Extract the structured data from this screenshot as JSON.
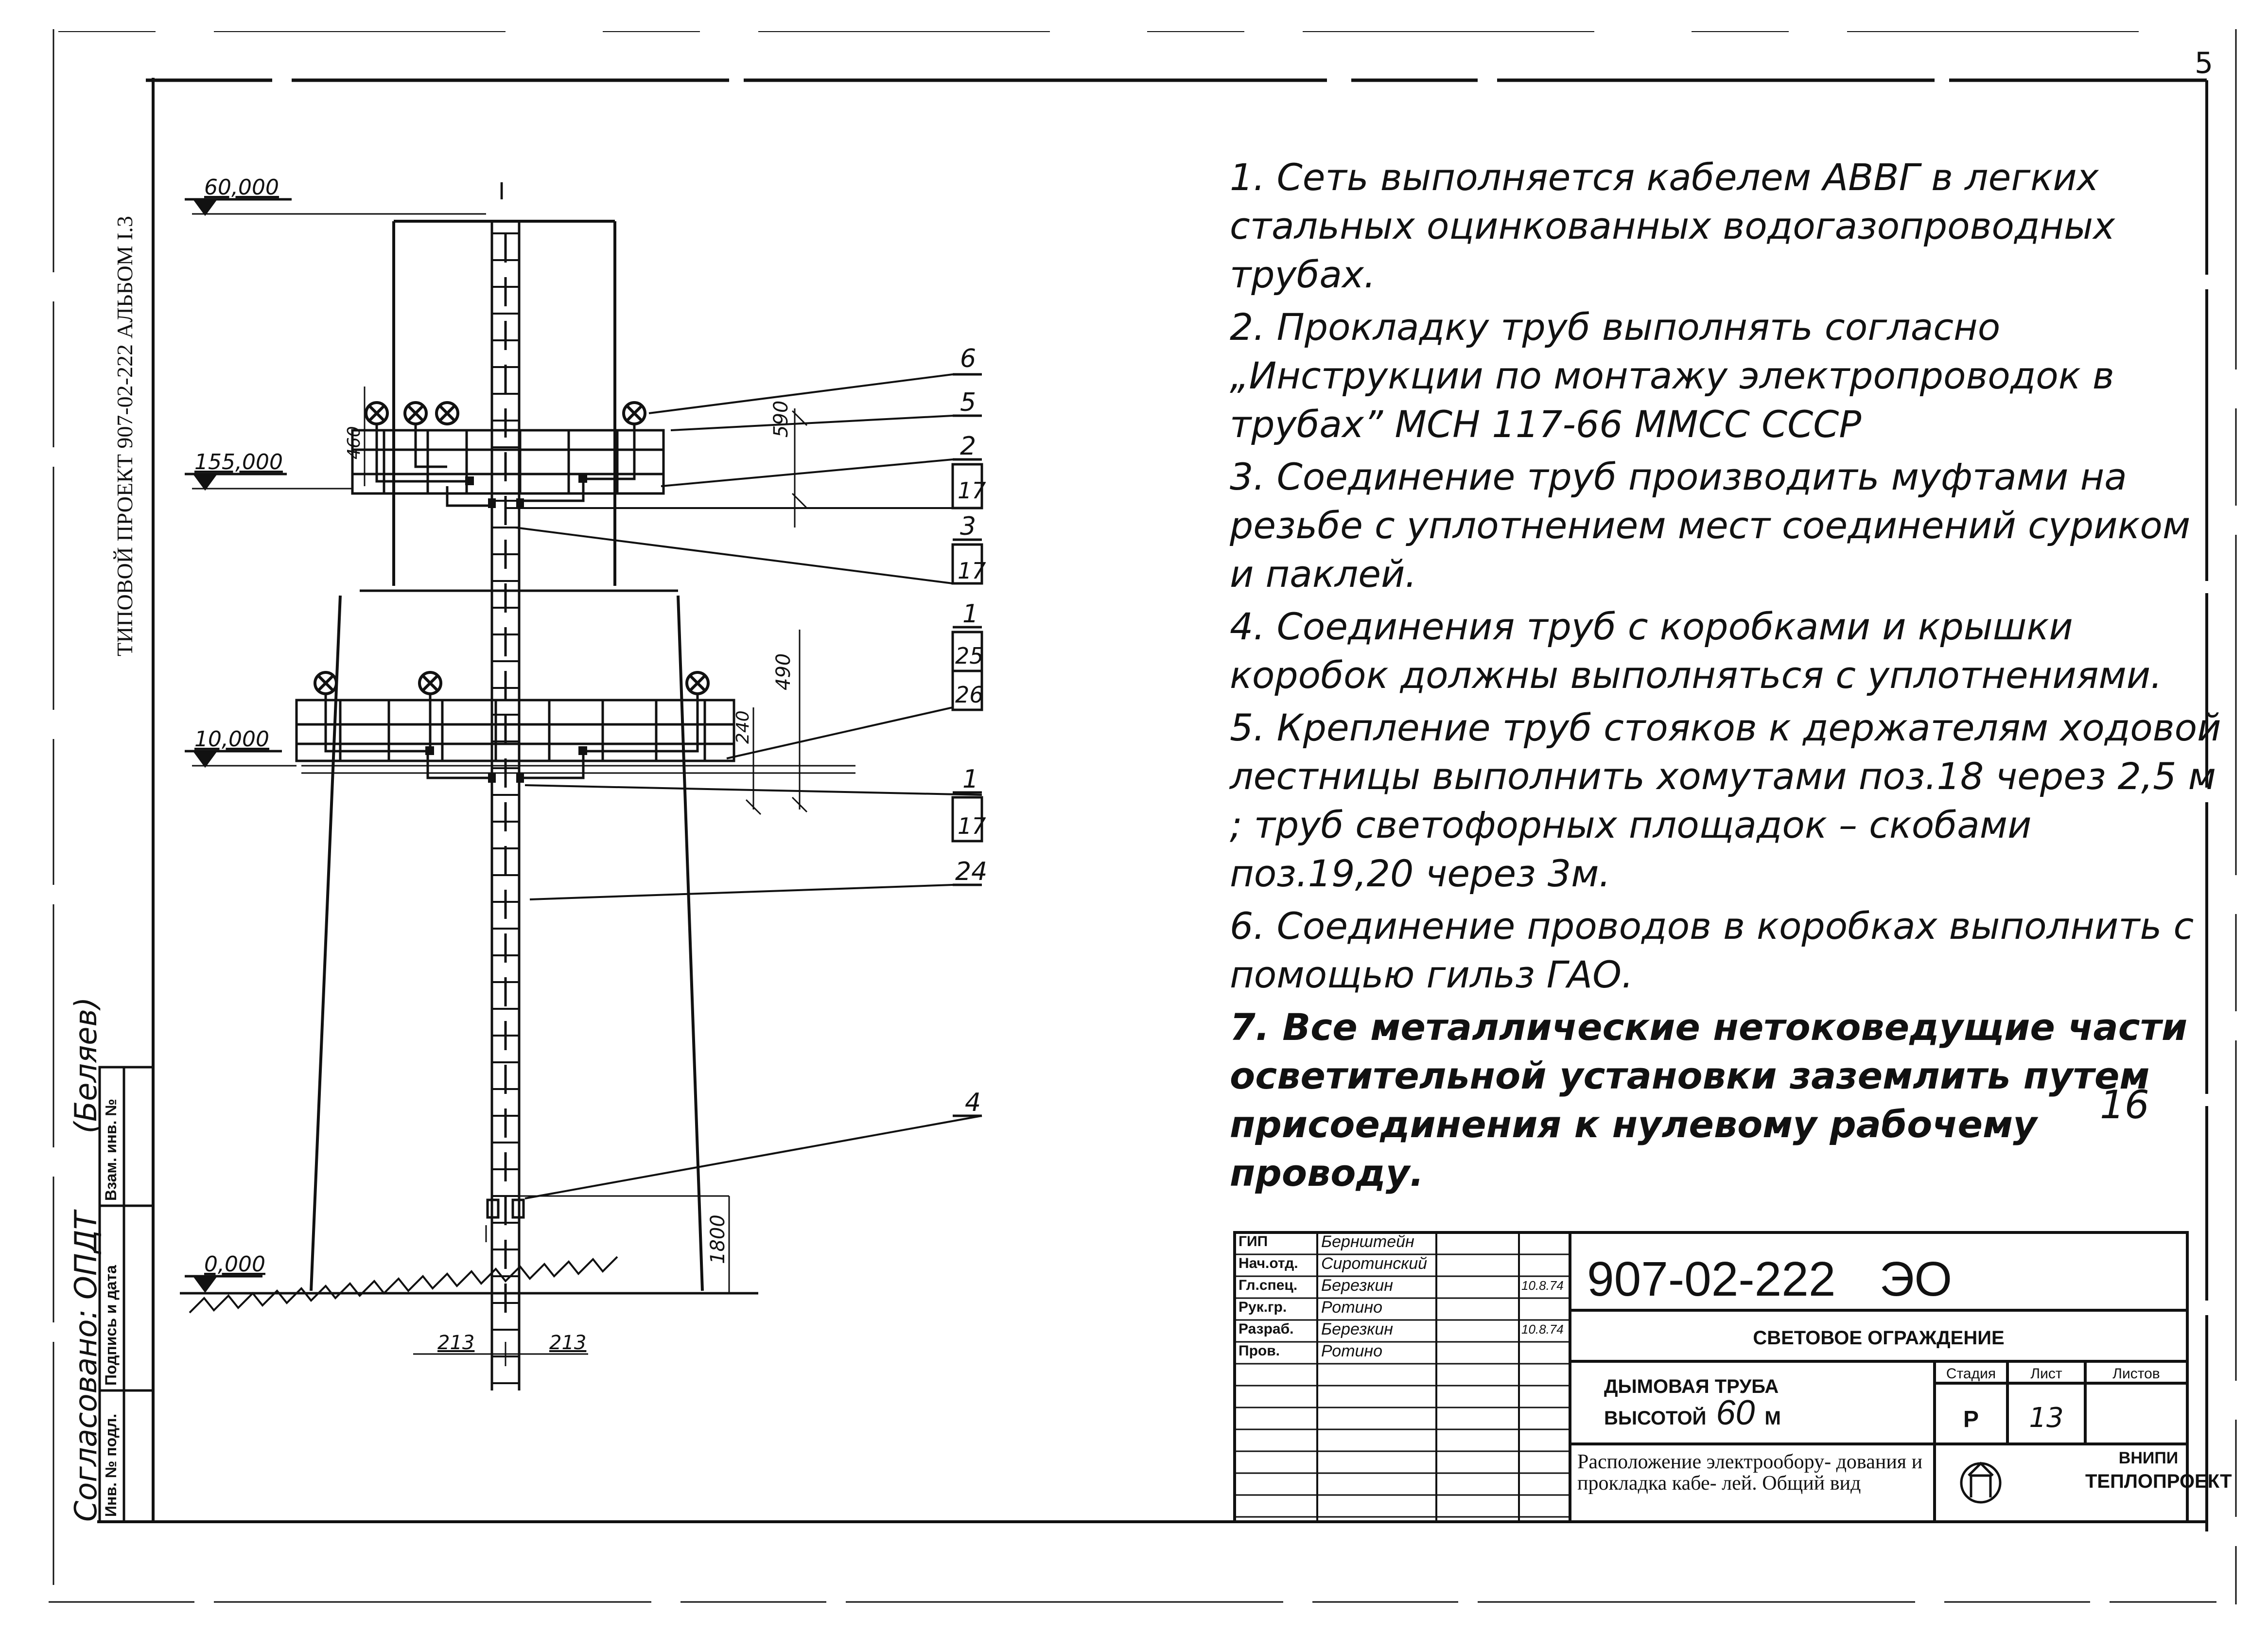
{
  "page_number": "5",
  "sheet_mark": "16",
  "side_project": "ТИПОВОЙ ПРОЕКТ 907-02-222   АЛЬБОМ I.3",
  "approval": {
    "text": "Согласовано: ОПДТ",
    "signature_name": "(Беляев)",
    "columns": [
      "Инв. № подл.",
      "Подпись и дата",
      "Взам. инв. №"
    ]
  },
  "elevations": [
    {
      "label": "60,000"
    },
    {
      "label": "155,000"
    },
    {
      "label": "10,000"
    },
    {
      "label": "0,000"
    }
  ],
  "axis_mark": "I",
  "callouts": [
    "6",
    "5",
    "2",
    "17",
    "3",
    "17",
    "1",
    "25",
    "26",
    "1",
    "17",
    "24",
    "4"
  ],
  "dimensions": {
    "d460": "460",
    "d590": "590",
    "d490": "490",
    "d240": "240",
    "d1800": "1800",
    "d213a": "213",
    "d213b": "213"
  },
  "notes": [
    "1. Сеть выполняется кабелем АВВГ в легких стальных оцинкованных водогазопроводных трубах.",
    "2. Прокладку труб выполнять согласно „Инструкции по монтажу электропроводок в трубах” МСН 117-66 ММСС СССР",
    "3. Соединение труб производить муфтами на резьбе с уплотнением мест соединений суриком и паклей.",
    "4. Соединения труб с коробками и крышки коробок должны выполняться с уплотнениями.",
    "5. Крепление труб стояков к держателям ходовой лестницы выполнить хомутами поз.18 через 2,5 м ; труб светофорных площадок – скобами поз.19,20 через 3м.",
    "6. Соединение проводов в коробках выполнить с помощью гильз ГАО.",
    "7. Все металлические нетоковедущие части осветительной установки заземлить путем присоединения к нулевому рабочему проводу."
  ],
  "title_block": {
    "roles": [
      {
        "role": "ГИП",
        "name": "Бернштейн",
        "date": ""
      },
      {
        "role": "Нач.отд.",
        "name": "Сиротинский",
        "date": ""
      },
      {
        "role": "Гл.спец.",
        "name": "Березкин",
        "date": "10.8.74"
      },
      {
        "role": "Рук.гр.",
        "name": "Ротино",
        "date": ""
      },
      {
        "role": "Разраб.",
        "name": "Березкин",
        "date": "10.8.74"
      },
      {
        "role": "Пров.",
        "name": "Ротино",
        "date": ""
      }
    ],
    "code": "907-02-222",
    "code_suffix": "ЭО",
    "project_title": "СВЕТОВОЕ ОГРАЖДЕНИЕ",
    "object_line1": "ДЫМОВАЯ ТРУБА",
    "object_line2_prefix": "ВЫСОТОЙ",
    "object_height": "60",
    "object_unit": "М",
    "stage_header": "Стадия",
    "sheet_header": "Лист",
    "sheets_header": "Листов",
    "stage": "Р",
    "sheet": "13",
    "sheets": "",
    "sheet_title": "Расположение электрообору- дования и прокладка кабе- лей. Общий вид",
    "org_line1": "ВНИПИ",
    "org_line2": "ТЕПЛОПРОЕКТ"
  }
}
